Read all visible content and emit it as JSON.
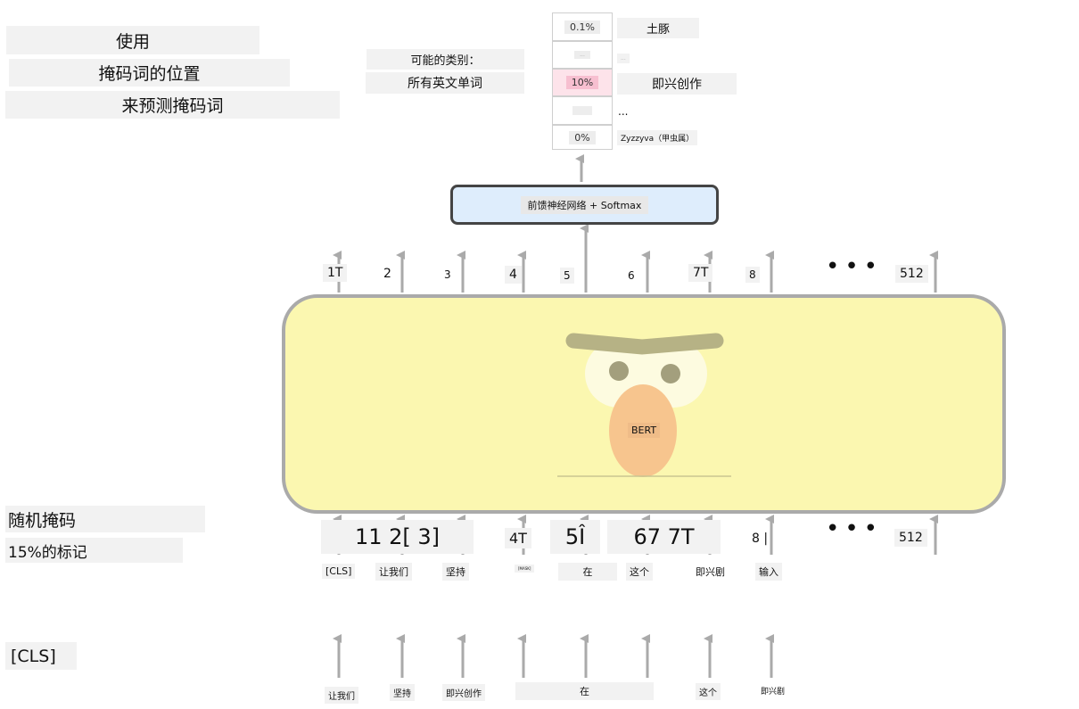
{
  "left_labels": {
    "use": "使用",
    "mask_pos": "掩码词的位置",
    "predict": "来预测掩码词",
    "random_mask": "随机掩码",
    "fifteen_pct": "15%的标记",
    "cls": "[CLS]"
  },
  "vocab": {
    "possible_classes": "可能的类别：",
    "all_words": "所有英文单词",
    "cells": [
      "0.1%",
      "...",
      "10%",
      "",
      "0%"
    ],
    "words": [
      "土豚",
      "...",
      "即兴创作",
      "...",
      "Zyzzyva（甲虫属）"
    ]
  },
  "ffn_label": "前馈神经网络 + Softmax",
  "bert_label": "BERT",
  "output_positions": [
    "1T",
    "2",
    "3",
    "4",
    "5",
    "6",
    "7T",
    "8",
    "512"
  ],
  "dots": "•••",
  "input_positions": {
    "a": "11 2[ 3]",
    "b": "4T",
    "c": "5Î",
    "d": "67 7T",
    "e": "8 |",
    "last": "512"
  },
  "mid_tokens": [
    "[CLS]",
    "让我们",
    "坚持",
    "[MASK]",
    "在",
    "这个",
    "即兴剧",
    "输入"
  ],
  "bottom_tokens": [
    "让我们",
    "坚持",
    "即兴创作",
    "在",
    "这个",
    "即兴剧"
  ]
}
